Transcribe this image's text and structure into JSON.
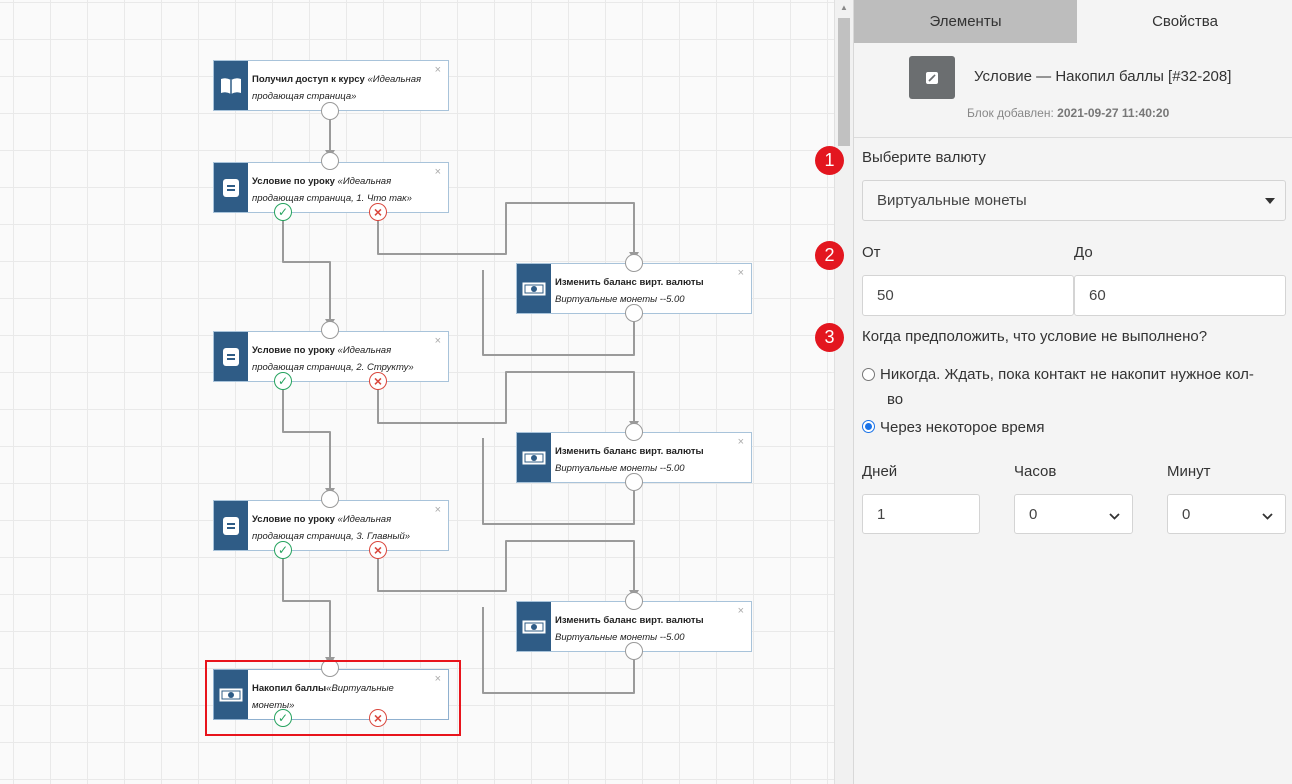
{
  "canvas": {
    "nodes": [
      {
        "id": "n1",
        "title": "Получил доступ к курсу",
        "detail": "«Идеальная продающая страница»",
        "icon": "book-open-icon"
      },
      {
        "id": "n2",
        "title": "Условие по уроку",
        "detail": "«Идеальная продающая страница, 1. Что так»",
        "icon": "lesson-icon"
      },
      {
        "id": "n3",
        "title": "Изменить баланс вирт. валюты",
        "detail": "Виртуальные монеты --5.00",
        "icon": "banknote-icon"
      },
      {
        "id": "n4",
        "title": "Условие по уроку",
        "detail": "«Идеальная продающая страница, 2. Структу»",
        "icon": "lesson-icon"
      },
      {
        "id": "n5",
        "title": "Изменить баланс вирт. валюты",
        "detail": "Виртуальные монеты --5.00",
        "icon": "banknote-icon"
      },
      {
        "id": "n6",
        "title": "Условие по уроку",
        "detail": "«Идеальная продающая страница, 3. Главный»",
        "icon": "lesson-icon"
      },
      {
        "id": "n7",
        "title": "Изменить баланс вирт. валюты",
        "detail": "Виртуальные монеты --5.00",
        "icon": "banknote-icon"
      },
      {
        "id": "n8",
        "title": "Накопил баллы",
        "detail": "«Виртуальные монеты»",
        "icon": "banknote-icon"
      }
    ],
    "close_glyph": "×",
    "ok_glyph": "✓",
    "no_glyph": "×"
  },
  "panel": {
    "tabs": [
      "Элементы",
      "Свойства"
    ],
    "active_tab": "Свойства",
    "block": {
      "title": "Условие — Накопил баллы [#32-208]",
      "added_label": "Блок добавлен:",
      "added_value": "2021-09-27 11:40:20",
      "icon": "edit-icon"
    },
    "badges": [
      "1",
      "2",
      "3"
    ],
    "currency": {
      "label": "Выберите валюту",
      "value": "Виртуальные монеты"
    },
    "range": {
      "from_label": "От",
      "from_value": "50",
      "to_label": "До",
      "to_value": "60"
    },
    "fail": {
      "question": "Когда предположить, что условие не выполнено?",
      "options": [
        "Никогда. Ждать, пока контакт не накопит нужное кол-",
        "во",
        "Через некоторое время"
      ],
      "selected": 1
    },
    "wait": {
      "days_label": "Дней",
      "days_value": "1",
      "hours_label": "Часов",
      "hours_value": "0",
      "minutes_label": "Минут",
      "minutes_value": "0"
    }
  },
  "colors": {
    "accent": "#2f5c86",
    "badge": "#e3161f",
    "ok": "#26a35f",
    "no": "#d9463c",
    "radio": "#1a73e8"
  }
}
